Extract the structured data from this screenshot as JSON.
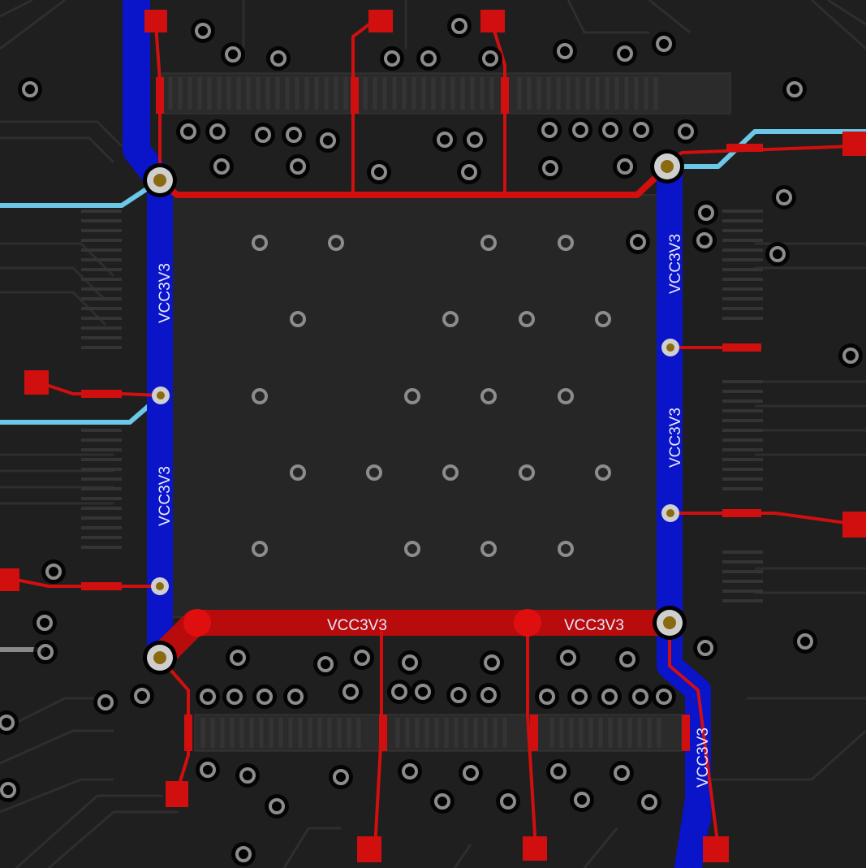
{
  "app": {
    "view": "PCB layout editor"
  },
  "colors": {
    "background": "#1f1f1f",
    "pad_region": "#262626",
    "top_copper": "#d10f0f",
    "bottom_copper": "#0a14c8",
    "inner_signal": "#6cc8e8",
    "via_ring": "#cfcfcf",
    "via_drill": "#8a6a10",
    "thermal_via": "#8c8c8c",
    "silk": "#3a3a3a"
  },
  "net_labels": {
    "left_upper": "VCC3V3",
    "left_lower": "VCC3V3",
    "right_upper": "VCC3V3",
    "right_middle": "VCC3V3",
    "bottom_left": "VCC3V3",
    "bottom_right": "VCC3V3",
    "bottom_corner": "VCC3V3"
  },
  "nets": {
    "power": "VCC3V3"
  }
}
